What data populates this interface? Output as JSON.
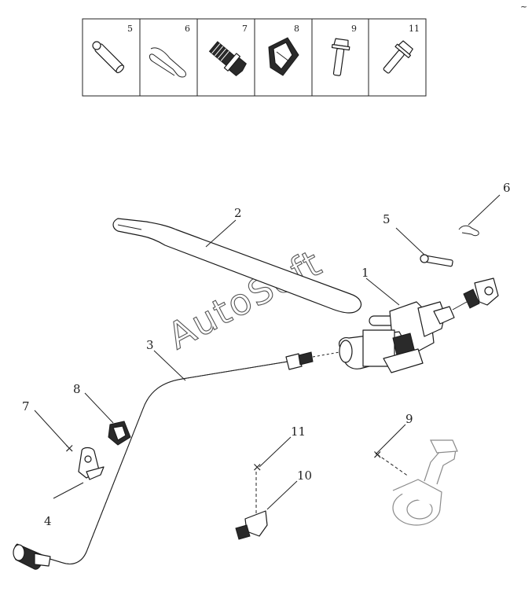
{
  "watermark": "AutoSoft",
  "corner_mark": "~",
  "fastener_table": {
    "cells": [
      {
        "label": "5"
      },
      {
        "label": "6"
      },
      {
        "label": "7"
      },
      {
        "label": "8"
      },
      {
        "label": "9"
      },
      {
        "label": "11"
      }
    ]
  },
  "callouts": {
    "c1": "1",
    "c2": "2",
    "c3": "3",
    "c4": "4",
    "c5": "5",
    "c6": "6",
    "c7": "7",
    "c8": "8",
    "c9": "9",
    "c10": "10",
    "c11": "11"
  }
}
